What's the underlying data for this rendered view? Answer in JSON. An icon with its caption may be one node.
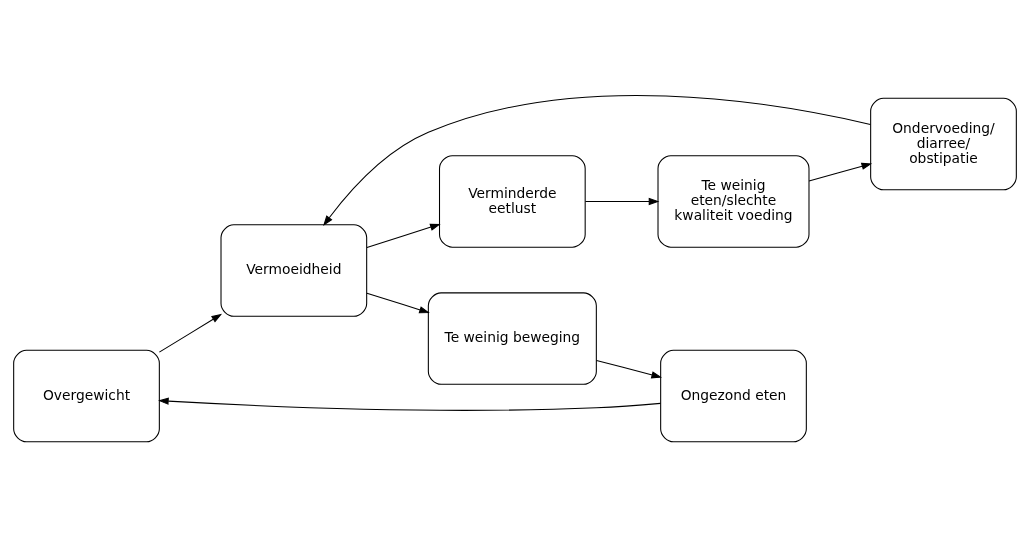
{
  "diagram": {
    "nodes": [
      {
        "text": [
          "Overgewicht"
        ]
      },
      {
        "text": [
          "Verminderde eetlust"
        ]
      },
      {
        "text": [
          "Ongezond eten"
        ]
      },
      {
        "text": [
          "Vermoeidheid"
        ]
      },
      {
        "text": [
          "Te weinig eten/slechte kwaliteit voeding"
        ]
      },
      {
        "text": [
          "Te weinig beweging"
        ]
      },
      {
        "text": [
          "Ondervoeding/ diarree/ obstipatie"
        ]
      }
    ],
    "edges": [
      {
        "from": 0,
        "to": 3,
        "arrow": "to"
      },
      {
        "from": 3,
        "to": 1,
        "arrow": "to"
      },
      {
        "from": 1,
        "to": 4,
        "arrow": "to"
      },
      {
        "from": 4,
        "to": 6,
        "arrow": "to"
      },
      {
        "from": 6,
        "to": 3,
        "arrow": "to"
      },
      {
        "from": 3,
        "to": 5,
        "arrow": "to"
      },
      {
        "from": 5,
        "to": 2,
        "arrow": "to"
      },
      {
        "from": 2,
        "to": 0,
        "arrow": "to"
      }
    ]
  }
}
